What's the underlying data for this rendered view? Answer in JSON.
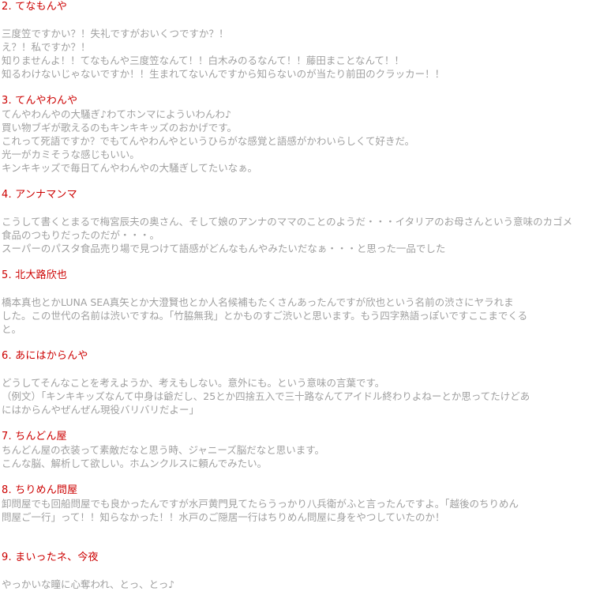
{
  "document": {
    "sections": [
      {
        "heading": "2. てなもんや",
        "gap_after_heading": true,
        "paragraph": [
          "三度笠ですかい？！失礼ですがおいくつですか？！",
          "え？！私ですか？！",
          "知りませんよ！！てなもんや三度笠なんて！！白木みのるなんて！！藤田まことなんて！！",
          "知るわけないじゃないですか！！生まれてないんですから知らないのが当たり前田のクラッカー！！"
        ]
      },
      {
        "heading": "3. てんやわんや",
        "gap_after_heading": false,
        "paragraph": [
          "てんやわんやの大騒ぎ♪わてホンマによういわんわ♪",
          "買い物ブギが歌えるのもキンキキッズのおかげです。",
          "これって死語ですか？でもてんやわんやというひらがな感覚と語感がかわいらしくて好きだ。",
          "光一がカミそうな感じもいい。",
          "キンキキッズで毎日てんやわんやの大騒ぎしてたいなぁ。"
        ]
      },
      {
        "heading": "4. アンナマンマ",
        "gap_after_heading": true,
        "paragraph": [
          "こうして書くとまるで梅宮辰夫の奥さん、そして娘のアンナのママのことのようだ・・・イタリアのお母さんという意味のカゴメ",
          "食品のつもりだったのだが・・・。",
          "スーパーのパスタ食品売り場で見つけて語感がどんなもんやみたいだなぁ・・・と思った一品でした"
        ]
      },
      {
        "heading": "5. 北大路欣也",
        "gap_after_heading": true,
        "paragraph": [
          "橋本真也とかLUNA SEA真矢とか大澄賢也とか人名候補もたくさんあったんですが欣也という名前の渋さにヤラれま",
          "した。この世代の名前は渋いですね。「竹脇無我」とかものすご渋いと思います。もう四字熟語っぽいですここまでくる",
          "と。"
        ]
      },
      {
        "heading": "6. あにはからんや",
        "gap_after_heading": true,
        "paragraph": [
          "どうしてそんなことを考えようか、考えもしない。意外にも。という意味の言葉です。",
          "（例文）「キンキキッズなんて中身は爺だし、25とか四捨五入で三十路なんてアイドル終わりよねーとか思ってたけどあ",
          "にはからんやぜんぜん現役バリバリだよー」"
        ]
      },
      {
        "heading": "7. ちんどん屋",
        "gap_after_heading": false,
        "paragraph": [
          "ちんどん屋の衣装って素敵だなと思う時、ジャニーズ脳だなと思います。",
          "こんな脳、解析して欲しい。ホムンクルスに頼んでみたい。"
        ]
      },
      {
        "heading": "8. ちりめん問屋",
        "gap_after_heading": false,
        "paragraph": [
          "卸問屋でも回船問屋でも良かったんですが水戸黄門見てたらうっかり八兵衛がふと言ったんですよ。「越後のちりめん",
          "問屋ご一行」って！！知らなかった！！水戸のご隠居一行はちりめん問屋に身をやつしていたのか！"
        ]
      },
      {
        "heading": "9. まいったネ、今夜",
        "gap_after_heading": true,
        "paragraph": [
          "やっかいな瞳に心奪われ、とっ、とっ♪"
        ]
      }
    ]
  }
}
